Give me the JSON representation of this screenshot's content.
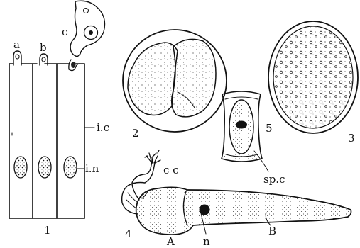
{
  "figure": {
    "labels": {
      "a": "a",
      "b": "b",
      "c": "c",
      "ic": "i.c",
      "in": "i.n",
      "f1": "1",
      "f2": "2",
      "f3": "3",
      "f4": "4",
      "f5": "5",
      "spc": "sp.c",
      "cc": "c c",
      "A": "A",
      "n": "n",
      "B": "B"
    }
  }
}
